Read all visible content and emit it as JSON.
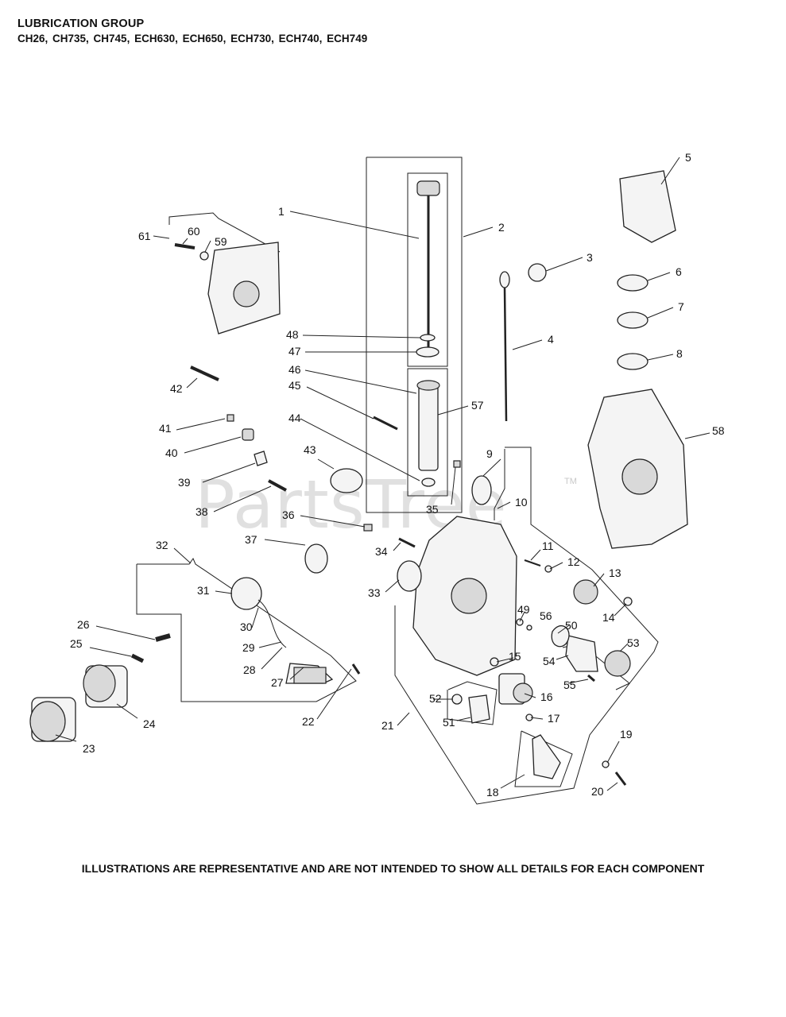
{
  "header": {
    "title": "LUBRICATION GROUP",
    "models": "CH26, CH735, CH745, ECH630,  ECH650,  ECH730, ECH740, ECH749"
  },
  "watermark": "PartsTree",
  "watermark_tm": "TM",
  "footer": "ILLUSTRATIONS ARE REPRESENTATIVE AND ARE NOT INTENDED TO SHOW ALL DETAILS FOR EACH COMPONENT",
  "callouts": [
    "1",
    "2",
    "3",
    "4",
    "5",
    "6",
    "7",
    "8",
    "9",
    "10",
    "11",
    "12",
    "13",
    "14",
    "16",
    "17",
    "18",
    "19",
    "20",
    "21",
    "22",
    "23",
    "24",
    "25",
    "26",
    "27",
    "28",
    "29",
    "30",
    "31",
    "32",
    "33",
    "34",
    "35",
    "36",
    "37",
    "38",
    "39",
    "40",
    "41",
    "42",
    "43",
    "44",
    "45",
    "46",
    "47",
    "48",
    "49",
    "50",
    "51",
    "52",
    "53",
    "54",
    "55",
    "56",
    "57",
    "58",
    "59",
    "60",
    "61"
  ],
  "callout_15": "15"
}
